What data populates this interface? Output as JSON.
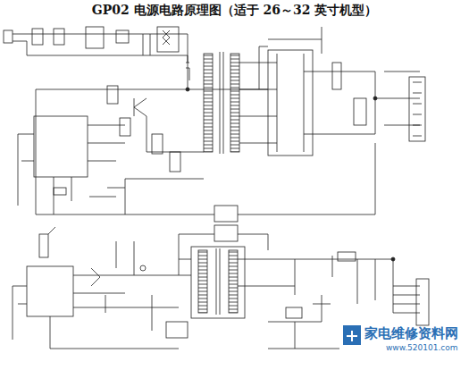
{
  "diagram": {
    "title": "GP02 电源电路原理图（适于 26～32 英寸机型）",
    "labels": [
      "家电维修资料网",
      "www.520101.com"
    ]
  }
}
